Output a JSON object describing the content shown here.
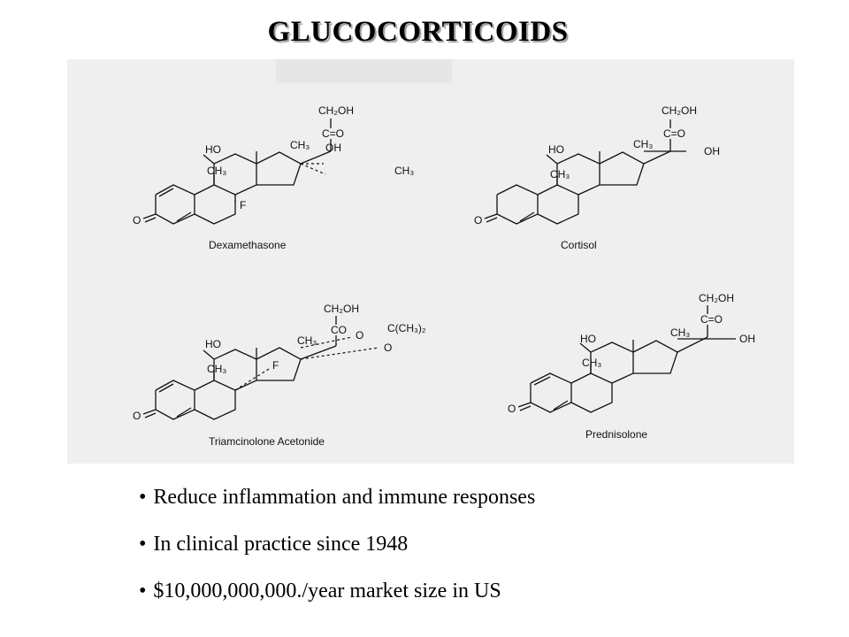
{
  "slide": {
    "title": "GLUCOCORTICOIDS"
  },
  "structures": [
    {
      "name": "Dexamethasone",
      "labels": [
        "CH₂OH",
        "C=O",
        "CH₃",
        "OH",
        "HO",
        "CH₃",
        "F",
        "O",
        "CH₃"
      ]
    },
    {
      "name": "Cortisol",
      "labels": [
        "CH₂OH",
        "C=O",
        "CH₃",
        "OH",
        "HO",
        "CH₃",
        "O"
      ]
    },
    {
      "name": "Triamcinolone Acetonide",
      "labels": [
        "CH₂OH",
        "CO",
        "CH₃",
        "O",
        "C(CH₃)₂",
        "O",
        "HO",
        "F",
        "CH₃",
        "O"
      ]
    },
    {
      "name": "Prednisolone",
      "labels": [
        "CH₂OH",
        "C=O",
        "CH₃",
        "OH",
        "HO",
        "CH₃",
        "O"
      ]
    }
  ],
  "bullets": [
    "Reduce inflammation and immune responses",
    "In clinical practice since 1948",
    "$10,000,000,000./year market size in US"
  ],
  "bullet_glyph": "•",
  "colors": {
    "background": "#ffffff",
    "panel": "#efefef",
    "text": "#000000"
  }
}
